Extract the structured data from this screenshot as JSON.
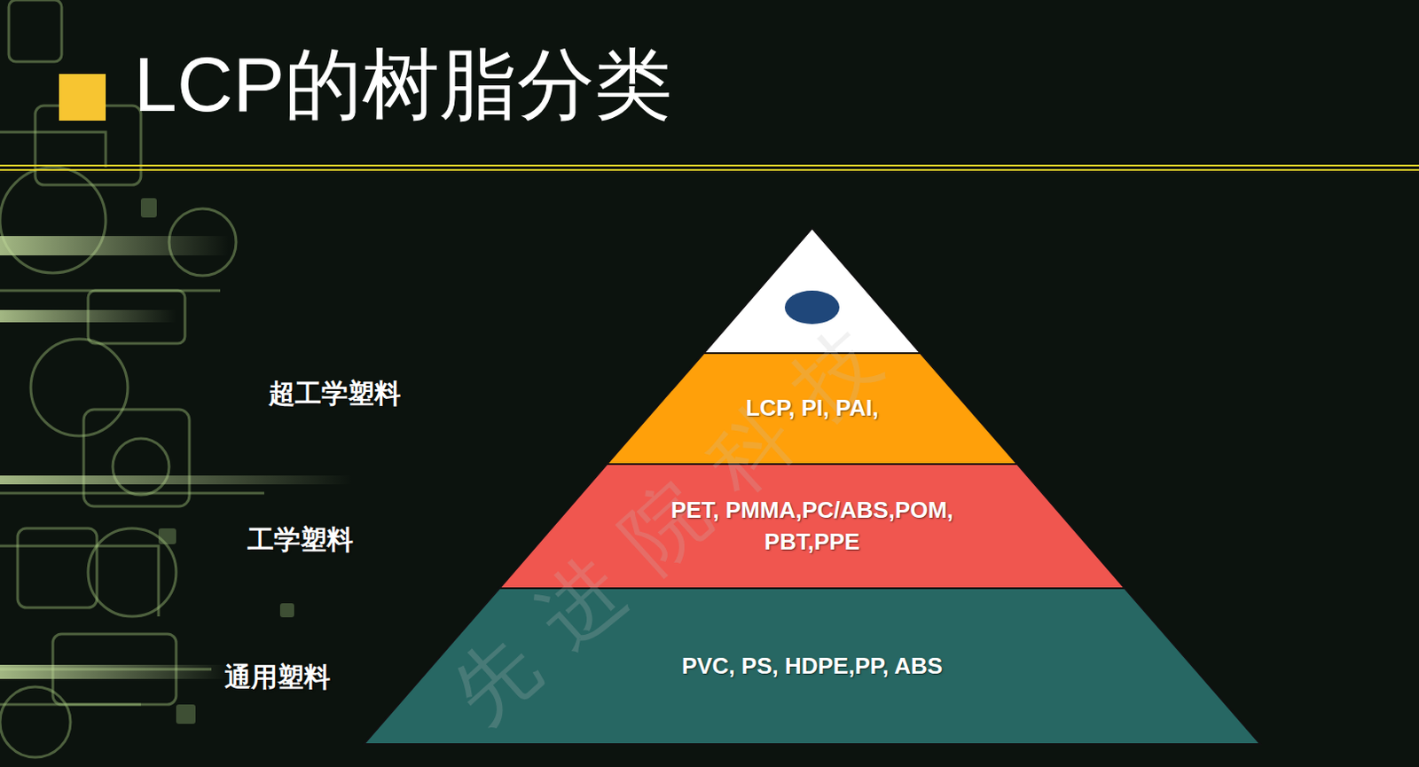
{
  "diagram": {
    "title": "LCP的树脂分类",
    "nodes": [
      {
        "text": [
          "超工学塑料",
          "LCP, PI, PAI,"
        ]
      },
      {
        "text": [
          "工学塑料",
          "PET, PMMA,PC/ABS,POM, PBT,PPE"
        ]
      },
      {
        "text": [
          "通用塑料",
          "PVC, PS, HDPE,PP, ABS"
        ]
      }
    ],
    "labels": [
      "先进院科技"
    ]
  }
}
